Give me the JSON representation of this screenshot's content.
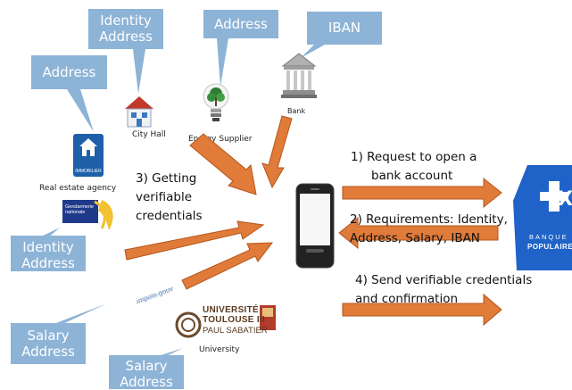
{
  "callouts": {
    "city_hall": {
      "line1": "Identity",
      "line2": "Address"
    },
    "energy": {
      "text": "Address"
    },
    "bank": {
      "text": "IBAN"
    },
    "real_estate": {
      "text": "Address"
    },
    "gendarmerie": {
      "line1": "Identity",
      "line2": "Address"
    },
    "impots": {
      "line1": "Salary",
      "line2": "Address"
    },
    "university": {
      "line1": "Salary",
      "line2": "Address"
    }
  },
  "entities": {
    "city_hall": "City Hall",
    "energy_supplier": "Energy Supplier",
    "bank": "Bank",
    "real_estate": "Real estate agency",
    "university": "University",
    "immobilier_logo": "IMMOBILIER",
    "gendarmerie_logo": "Gendarmerie nationale",
    "impots_logo": "impots.gouv",
    "univ_logo_line1": "UNIVERSITÉ",
    "univ_logo_line2": "TOULOUSE III",
    "univ_logo_line3": "PAUL SABATIER",
    "bp_logo_line1": "BANQUE",
    "bp_logo_line2": "POPULAIRE"
  },
  "steps": {
    "step3": {
      "line1": "3) Getting",
      "line2": "verifiable",
      "line3": "credentials"
    },
    "step1": {
      "line1": "1)   Request to open a",
      "line2": "bank account"
    },
    "step2": {
      "line1": "2) Requirements: Identity,",
      "line2": "Address, Salary, IBAN"
    },
    "step4": {
      "line1": "4) Send verifiable credentials",
      "line2": "and confirmation"
    }
  },
  "colors": {
    "callout": "#8db3d6",
    "arrow_fill": "#e07b39",
    "arrow_stroke": "#b5561a",
    "bp_blue": "#1f63c8"
  }
}
